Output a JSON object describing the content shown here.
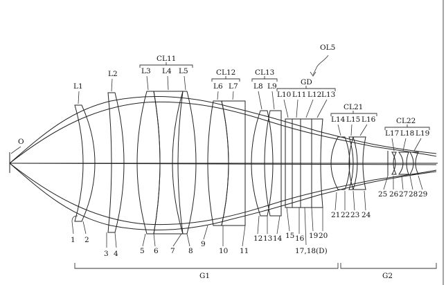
{
  "figure": {
    "name": "OL5",
    "object_point": "O",
    "d_label": "17,18(D)"
  },
  "lens_labels": [
    "L1",
    "L2",
    "L3",
    "L4",
    "L5",
    "L6",
    "L7",
    "L8",
    "L9",
    "L10",
    "L11",
    "L12",
    "L13",
    "L14",
    "L15",
    "L16",
    "L17",
    "L18",
    "L19"
  ],
  "group_labels": [
    "CL11",
    "CL12",
    "CL13",
    "GD",
    "CL21",
    "CL22"
  ],
  "surface_labels": [
    "1",
    "2",
    "3",
    "4",
    "5",
    "6",
    "7",
    "8",
    "9",
    "10",
    "11",
    "12",
    "13",
    "14",
    "15",
    "16",
    "19",
    "20",
    "21",
    "22",
    "23",
    "24",
    "25",
    "26",
    "27",
    "28",
    "29"
  ],
  "section_labels": [
    "G1",
    "G2"
  ]
}
